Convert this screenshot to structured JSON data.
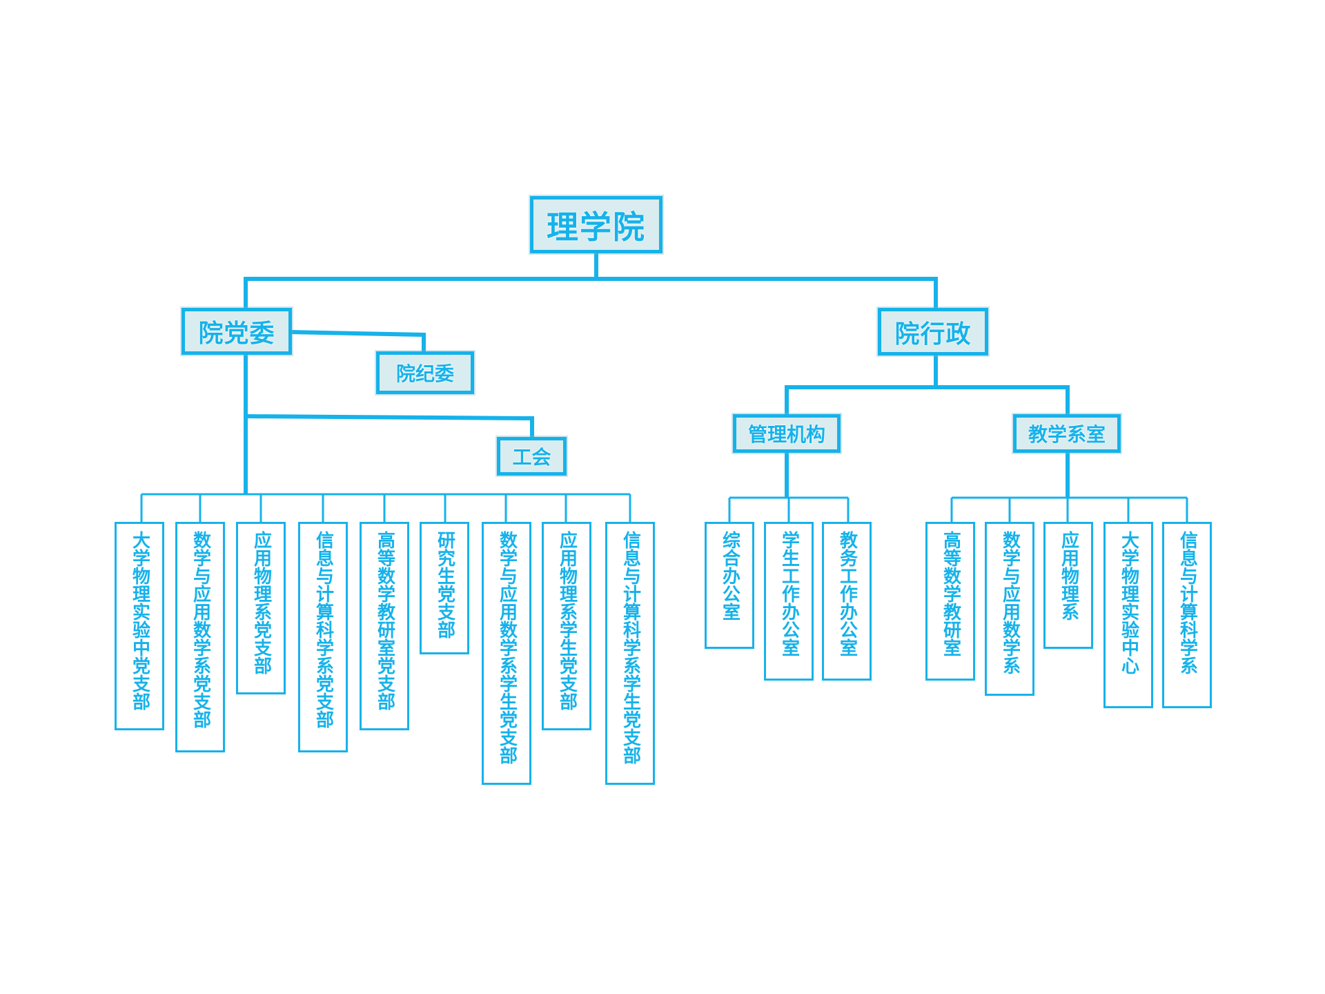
{
  "root": "理学院",
  "party_committee": {
    "label": "院党委",
    "discipline_committee": "院纪委",
    "labor_union": "工会",
    "branches": [
      "大学物理实验中党支部",
      "数学与应用数学系党支部",
      "应用物理系党支部",
      "信息与计算科学系党支部",
      "高等数学教研室党支部",
      "研究生党支部",
      "数学与应用数学系学生党支部",
      "应用物理系学生党支部",
      "信息与计算科学系学生党支部"
    ]
  },
  "administration": {
    "label": "院行政",
    "management": {
      "label": "管理机构",
      "units": [
        "综合办公室",
        "学生工作办公室",
        "教务工作办公室"
      ]
    },
    "teaching": {
      "label": "教学系室",
      "units": [
        "高等数学教研室",
        "数学与应用数学系",
        "应用物理系",
        "大学物理实验中心",
        "信息与计算科学系"
      ]
    }
  },
  "colors": {
    "line": "#16b2ea",
    "box_fill": "#d9ecef",
    "leaf_fill": "#ffffff"
  }
}
